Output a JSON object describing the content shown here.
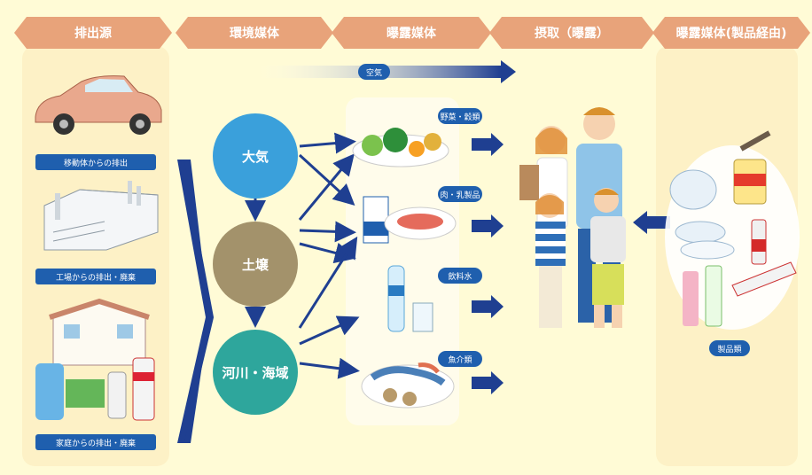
{
  "headers": [
    "排出源",
    "環境媒体",
    "曝露媒体",
    "摂取（曝露）",
    "曝露媒体(製品経由)"
  ],
  "air_band_label": "空気",
  "sources": [
    {
      "label": "移動体からの排出"
    },
    {
      "label": "工場からの排出・廃棄"
    },
    {
      "label": "家庭からの排出・廃棄"
    }
  ],
  "media": [
    {
      "label": "大気",
      "color": "#3aa0db"
    },
    {
      "label": "土壌",
      "color": "#a3926b"
    },
    {
      "label": "河川・海域",
      "color": "#2ea69c"
    }
  ],
  "exposure": [
    {
      "label": "野菜・穀類"
    },
    {
      "label": "肉・乳製品"
    },
    {
      "label": "飲料水"
    },
    {
      "label": "魚介類"
    }
  ],
  "products_label": "製品類",
  "colors": {
    "arrow": "#1f3f91",
    "header": "#e8a37a",
    "pill": "#1f5fae"
  }
}
